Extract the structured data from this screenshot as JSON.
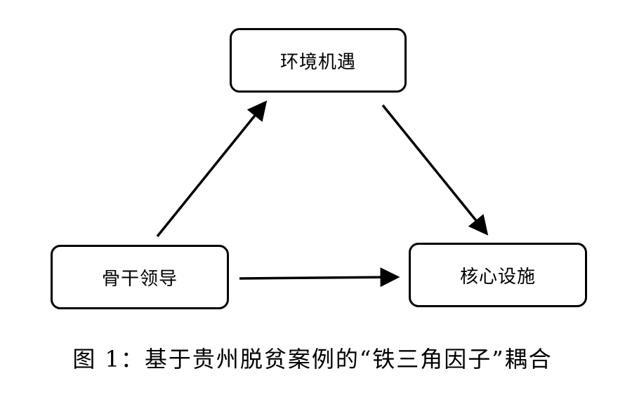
{
  "nodes": {
    "top": "环境机遇",
    "left": "骨干领导",
    "right": "核心设施"
  },
  "edges": [
    {
      "from": "骨干领导",
      "to": "环境机遇"
    },
    {
      "from": "环境机遇",
      "to": "核心设施"
    },
    {
      "from": "骨干领导",
      "to": "核心设施"
    }
  ],
  "caption": "图 1：基于贵州脱贫案例的“铁三角因子”耦合"
}
